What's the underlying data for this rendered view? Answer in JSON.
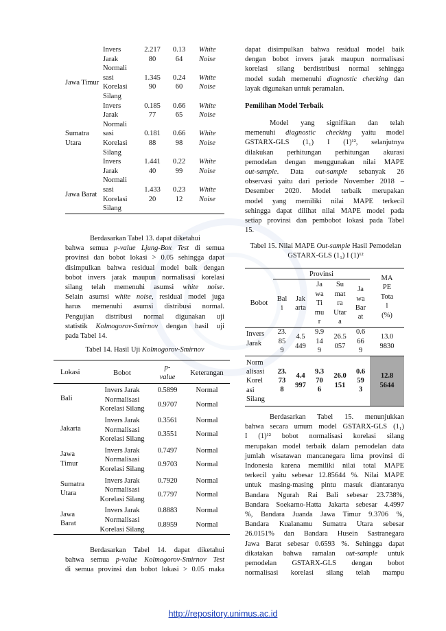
{
  "top_table": {
    "rows": [
      {
        "region": "",
        "bobot": [
          "Invers",
          "Jarak"
        ],
        "v1": [
          "2.217",
          "80"
        ],
        "v2": [
          "0.13",
          "64"
        ],
        "ket": [
          "White",
          "Noise"
        ]
      },
      {
        "region": "Jawa Timur",
        "bobot": [
          "Normali",
          "sasi",
          "Korelasi",
          "Silang"
        ],
        "v1": [
          "1.345",
          "90"
        ],
        "v2": [
          "0.24",
          "60"
        ],
        "ket": [
          "White",
          "Noise"
        ]
      },
      {
        "region": "",
        "bobot": [
          "Invers",
          "Jarak"
        ],
        "v1": [
          "0.185",
          "77"
        ],
        "v2": [
          "0.66",
          "65"
        ],
        "ket": [
          "White",
          "Noise"
        ]
      },
      {
        "region": "Sumatra Utara",
        "bobot": [
          "Normali",
          "sasi",
          "Korelasi",
          "Silang"
        ],
        "v1": [
          "0.181",
          "88"
        ],
        "v2": [
          "0.66",
          "98"
        ],
        "ket": [
          "White",
          "Noise"
        ]
      },
      {
        "region": "",
        "bobot": [
          "Invers",
          "Jarak"
        ],
        "v1": [
          "1.441",
          "40"
        ],
        "v2": [
          "0.22",
          "99"
        ],
        "ket": [
          "White",
          "Noise"
        ]
      },
      {
        "region": "Jawa Barat",
        "bobot": [
          "Normali",
          "sasi",
          "Korelasi",
          "Silang"
        ],
        "v1": [
          "1.433",
          "20"
        ],
        "v2": [
          "0.23",
          "12"
        ],
        "ket": [
          "White",
          "Noise"
        ]
      }
    ]
  },
  "left_para1": [
    "Berdasarkan Tabel 13. dapat diketahui",
    "bahwa semua ",
    "p-value Ljung-Box Test",
    " di semua",
    "provinsi dan bobot lokasi > 0.05 sehingga dapat",
    "disimpulkan bahwa residual model baik dengan",
    "bobot invers jarak maupun normalisasi korelasi",
    "silang telah memenuhi asumsi ",
    "white noise",
    ".",
    "Selain asumsi ",
    "white noise",
    ", residual model juga",
    "harus memenuhi asumsi distribusi normal.",
    "Pengujian distribusi normal digunakan uji",
    "statistik ",
    "Kolmogorov-Smirnov",
    " dengan hasil uji",
    "pada Tabel 14."
  ],
  "table14": {
    "caption_pre": "Tabel 14. Hasil Uji ",
    "caption_it": "Kolmogorov-Smirnov",
    "headers": {
      "lokasi": "Lokasi",
      "bobot": "Bobot",
      "p1": "p-",
      "p2": "value",
      "ket": "Keterangan"
    },
    "rows": [
      {
        "lokasi": "Bali",
        "a": "Invers Jarak",
        "pa": "0.5899",
        "ka": "Normal",
        "b1": "Normalisasi",
        "b2": "Korelasi Silang",
        "pb": "0.9707",
        "kb": "Normal"
      },
      {
        "lokasi": "Jakarta",
        "a": "Invers Jarak",
        "pa": "0.3561",
        "ka": "Normal",
        "b1": "Normalisasi",
        "b2": "Korelasi Silang",
        "pb": "0.3551",
        "kb": "Normal"
      },
      {
        "lokasi": "Jawa Timur",
        "a": "Invers Jarak",
        "pa": "0.7497",
        "ka": "Normal",
        "b1": "Normalisasi",
        "b2": "Korelasi Silang",
        "pb": "0.9703",
        "kb": "Normal"
      },
      {
        "lokasi": "Sumatra Utara",
        "a": "Invers Jarak",
        "pa": "0.7920",
        "ka": "Normal",
        "b1": "Normalisasi",
        "b2": "Korelasi Silang",
        "pb": "0.7797",
        "kb": "Normal"
      },
      {
        "lokasi": "Jawa Barat",
        "a": "Invers Jarak",
        "pa": "0.8883",
        "ka": "Normal",
        "b1": "Normalisasi",
        "b2": "Korelasi Silang",
        "pb": "0.8959",
        "kb": "Normal"
      }
    ]
  },
  "left_para2": {
    "l1": "Berdasarkan Tabel 14. dapat diketahui",
    "l2a": "bahwa semua ",
    "l2b": "p-value Kolmogorov-Smirnov Test",
    "l3": "di semua provinsi dan bobot lokasi > 0.05 maka"
  },
  "right_para1": {
    "l1": "dapat disimpulkan bahwa residual model baik",
    "l2": "dengan bobot invers jarak maupun normalisasi",
    "l3": "korelasi silang berdistribusi normal sehingga",
    "l4a": "model sudah memenuhi ",
    "l4b": "diagnostic checking",
    "l4c": " dan",
    "l5": "layak digunakan untuk peramalan."
  },
  "section_heading": "Pemilihan Model Terbaik",
  "right_para2": {
    "l1": "Model yang signifikan dan telah",
    "l2a": "memenuhi ",
    "l2b": "diagnostic checking",
    "l2c": " yaitu model",
    "l3": "GSTARX-GLS (1₁) I (1)¹², selanjutnya",
    "l4": "dilakukan perhitungan perhitungan akurasi",
    "l5": "pemodelan dengan menggunakan nilai MAPE",
    "l6a": "out-sample",
    "l6b": ". Data ",
    "l6c": "out-sample",
    "l6d": " sebanyak 26",
    "l7": "observasi yaitu dari periode November 2018 –",
    "l8": "Desember 2020. Model terbaik merupakan",
    "l9": "model yang memiliki nilai MAPE terkecil",
    "l10": "sehingga dapat dilihat nilai MAPE model pada",
    "l11": "setiap provinsi dan pembobot lokasi pada Tabel",
    "l12": "15."
  },
  "table15": {
    "cap1a": "Tabel 15. Nilai MAPE ",
    "cap1b": "Out-sample",
    "cap1c": " Hasil Pemodelan",
    "cap2": "GSTARX-GLS (1₁) I (1)¹²",
    "provinsi": "Provinsi",
    "bobot": "Bobot",
    "cols": [
      [
        "Bal",
        "i"
      ],
      [
        "Jak",
        "arta"
      ],
      [
        "Ja",
        "wa",
        "Ti",
        "mu",
        "r"
      ],
      [
        "Su",
        "mat",
        "ra",
        "Utar",
        "a"
      ],
      [
        "Ja",
        "wa",
        "Bar",
        "at"
      ]
    ],
    "mape": [
      "MA",
      "PE",
      "Tota",
      "l",
      "(%)"
    ],
    "row1_label": [
      "Invers",
      "Jarak"
    ],
    "row1": [
      [
        "23.",
        "85",
        "9"
      ],
      [
        "4.5",
        "449"
      ],
      [
        "9.9",
        "14",
        "9"
      ],
      [
        "26.5",
        "057"
      ],
      [
        "0.6",
        "66",
        "9"
      ],
      [
        "13.0",
        "9830"
      ]
    ],
    "row2_label": [
      "Norm",
      "alisasi",
      "Korel",
      "asi",
      "Silang"
    ],
    "row2": [
      [
        "23.",
        "73",
        "8"
      ],
      [
        "4.4",
        "997"
      ],
      [
        "9.3",
        "70",
        "6"
      ],
      [
        "26.0",
        "151"
      ],
      [
        "0.6",
        "59",
        "3"
      ],
      [
        "12.8",
        "5644"
      ]
    ]
  },
  "right_para3": [
    "Berdasarkan Tabel 15. menunjukkan",
    "bahwa secara umum model GSTARX-GLS (1₁)",
    "I (1)¹² bobot normalisasi korelasi silang",
    "merupakan model terbaik dalam pemodelan data",
    "jumlah wisatawan mancanegara lima provinsi di",
    "Indonesia karena memiliki nilai total MAPE",
    "terkecil yaitu sebesar 12.85644 %. Nilai MAPE",
    "untuk masing-masing pintu masuk diantaranya",
    "Bandara Ngurah Rai Bali sebesar 23.738%,",
    "Bandara Soekarno-Hatta Jakarta sebesar 4.4997",
    "%, Bandara Juanda Jawa Timur 9.3706 %,",
    "Bandara Kualanamu Sumatra Utara sebesar",
    "26.0151% dan Bandara Husein Sastranegara",
    "Jawa Barat sebesar 0.6593 %. Sehingga dapat",
    "dikatakan bahwa ramalan ",
    "out-sample",
    " untuk",
    "pemodelan GSTARX-GLS dengan bobot",
    "normalisasi korelasi silang telah mampu"
  ],
  "footer_link": "http://repository.unimus.ac.id",
  "highlight_color": "#a9a9a9"
}
